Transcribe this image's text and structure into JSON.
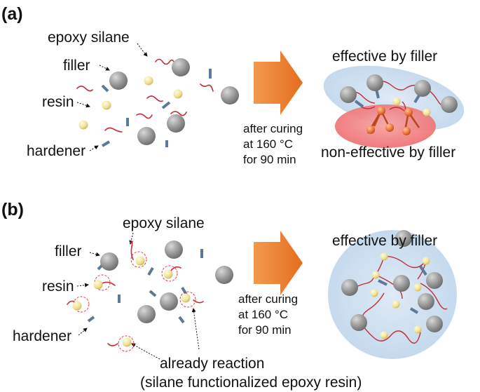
{
  "panel_a": {
    "panel_label": "(a)",
    "labels": {
      "epoxy_silane": "epoxy silane",
      "filler": "filler",
      "resin": "resin",
      "hardener": "hardener"
    },
    "arrow_caption": [
      "after curing",
      "at 160 °C",
      "for 90 min"
    ],
    "effective_label": "effective by filler",
    "non_effective_label": "non-effective by filler"
  },
  "panel_b": {
    "panel_label": "(b)",
    "labels": {
      "epoxy_silane": "epoxy silane",
      "filler": "filler",
      "resin": "resin",
      "hardener": "hardener"
    },
    "arrow_caption": [
      "after curing",
      "at 160 °C",
      "for 90 min"
    ],
    "effective_label": "effective by filler",
    "reaction_note": [
      "already reaction",
      "(silane functionalized epoxy resin)"
    ]
  },
  "colors": {
    "filler": "#8e8e8e",
    "resin": "#f2e6a0",
    "silane_chain": "#c0303a",
    "hardener": "#5b7a99",
    "arrow": "#ee7d2b",
    "effective_zone": "#c8dcef",
    "non_effective_zone": "#f28080",
    "reacted_node": "#e8703a"
  }
}
